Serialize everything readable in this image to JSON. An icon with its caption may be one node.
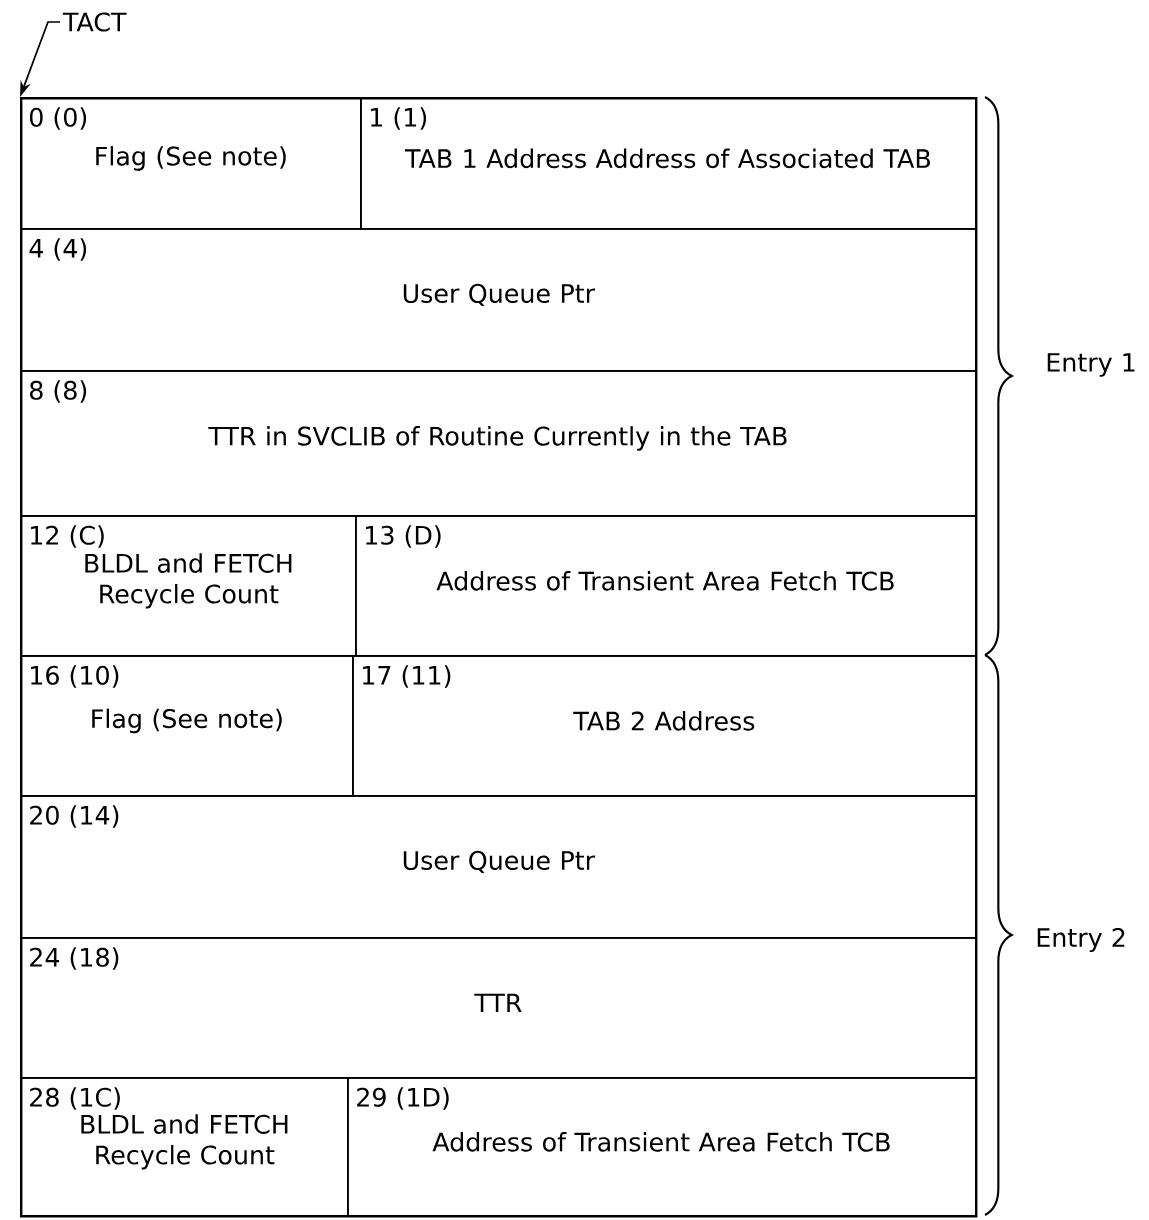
{
  "diagram": {
    "nodes": [
      {
        "text": [
          "TACT"
        ]
      },
      {
        "text": [],
        "shape": "box"
      },
      {
        "text": [
          "0 (0)",
          "Flag (See note)"
        ],
        "in": 1
      },
      {
        "text": [
          "1 (1)",
          "TAB 1 Address Address of Associated TAB"
        ],
        "in": 1
      },
      {
        "text": [
          "4 (4)",
          "User Queue Ptr"
        ],
        "in": 1
      },
      {
        "text": [
          "8 (8)",
          "TTR in SVCLIB of Routine Currently in the TAB"
        ],
        "in": 1
      },
      {
        "text": [
          "12 (C)",
          "BLDL and FETCH Recycle Count"
        ],
        "in": 1
      },
      {
        "text": [
          "13 (D)",
          "Address of Transient Area Fetch TCB"
        ],
        "in": 1
      },
      {
        "text": [
          "16 (10)",
          "Flag (See note)"
        ],
        "in": 1
      },
      {
        "text": [
          "17 (11)",
          "TAB 2 Address"
        ],
        "in": 1
      },
      {
        "text": [
          "20 (14)",
          "User Queue Ptr"
        ],
        "in": 1
      },
      {
        "text": [
          "24 (18)",
          "TTR"
        ],
        "in": 1
      },
      {
        "text": [
          "28 (1C)",
          "BLDL and FETCH Recycle Count"
        ],
        "in": 1
      },
      {
        "text": [
          "29 (1D)",
          "Address of Transient Area Fetch TCB"
        ],
        "in": 1
      }
    ],
    "edges": [
      {
        "from": 0,
        "to": 1,
        "arrow": "to"
      }
    ],
    "labels": [
      "Entry 1",
      "Entry 2"
    ]
  }
}
